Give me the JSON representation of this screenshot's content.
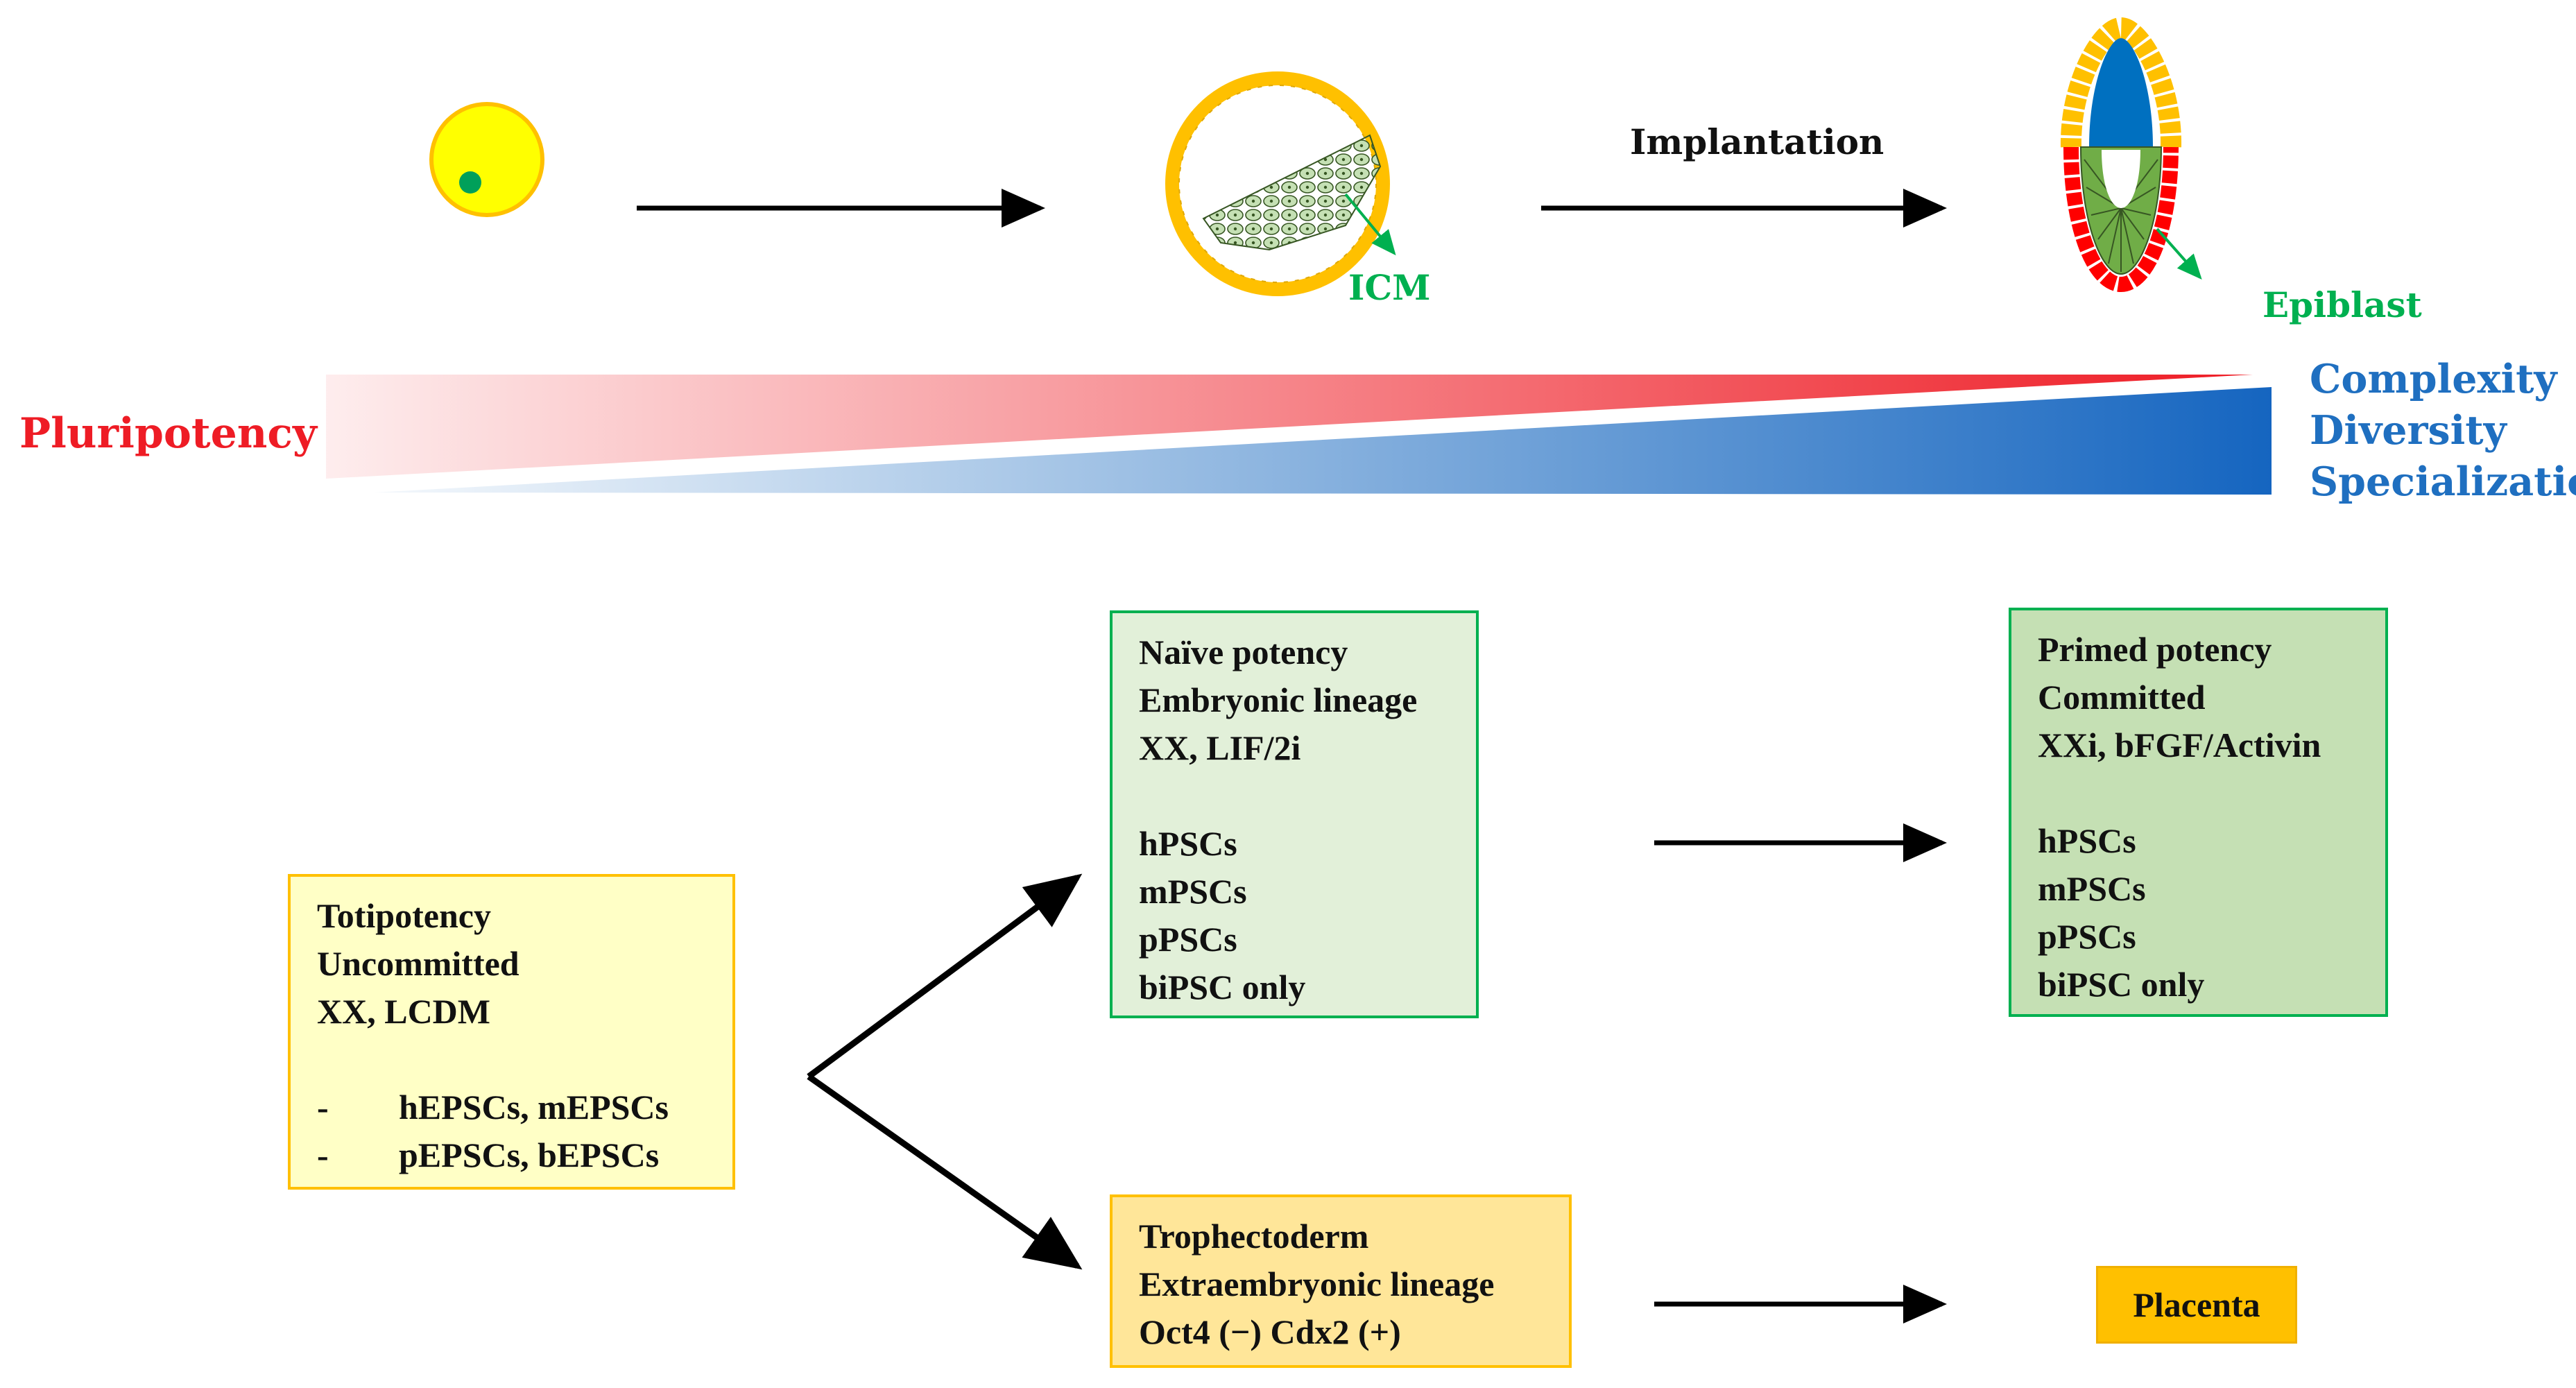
{
  "stages": {
    "implantation_label": "Implantation",
    "icm_label": "ICM",
    "epiblast_label": "Epiblast"
  },
  "gradient": {
    "left_label": "Pluripotency",
    "right_labels": [
      "Complexity",
      "Diversity",
      "Specialization"
    ]
  },
  "boxes": {
    "totipotency": {
      "lines": [
        "Totipotency",
        "Uncommitted",
        "XX, LCDM"
      ],
      "dash_items": [
        "hEPSCs, mEPSCs",
        "pEPSCs, bEPSCs"
      ],
      "dash_symbol": "-"
    },
    "naive": {
      "lines": [
        "Naïve potency",
        "Embryonic lineage",
        "XX, LIF/2i"
      ],
      "cells": [
        "hPSCs",
        "mPSCs",
        "pPSCs",
        "biPSC only"
      ]
    },
    "primed": {
      "lines": [
        "Primed potency",
        "Committed",
        "XXi, bFGF/Activin"
      ],
      "cells": [
        "hPSCs",
        "mPSCs",
        "pPSCs",
        "biPSC only"
      ]
    },
    "trophectoderm": {
      "lines": [
        "Trophectoderm",
        "Extraembryonic lineage",
        "Oct4 (−) Cdx2 (+)"
      ]
    },
    "placenta": {
      "label": "Placenta"
    }
  },
  "colors": {
    "pluripotency_red": "#ee1c25",
    "complexity_blue": "#1f6fc0",
    "stage_green": "#00b050",
    "zygote_fill": "#ffff00",
    "trophoblast_orange": "#ffc000",
    "epiblast_blue": "#0070c0",
    "epiblast_green": "#70ad47",
    "endoderm_red": "#ff0000",
    "toti_fill": "#ffffc6",
    "toti_border": "#ffc000",
    "naive_fill": "#e2f0d9",
    "naive_border": "#00b050",
    "primed_fill": "#c5e0b4",
    "troph_fill": "#ffe699",
    "placenta_fill": "#ffc000"
  }
}
